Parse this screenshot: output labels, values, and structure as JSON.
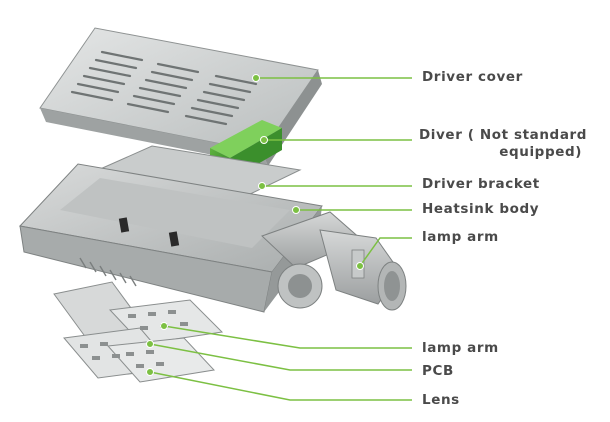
{
  "diagram": {
    "accent_color": "#7cc043",
    "labels": {
      "driver_cover": "Driver cover",
      "diver_line1": "Diver ( Not standard",
      "diver_line2": "equipped)",
      "driver_bracket": "Driver bracket",
      "heatsink_body": "Heatsink body",
      "lamp_arm_top": "lamp arm",
      "lamp_arm_bottom": "lamp arm",
      "pcb": "PCB",
      "lens": "Lens"
    }
  }
}
